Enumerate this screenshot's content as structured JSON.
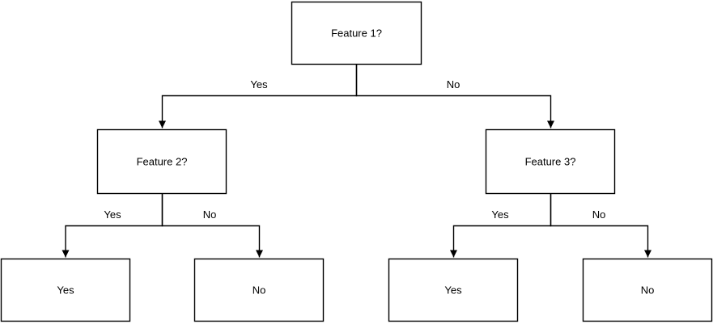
{
  "diagram": {
    "type": "decision-tree-flowchart",
    "nodes": [
      {
        "id": "feature1",
        "label": "Feature 1?",
        "role": "decision"
      },
      {
        "id": "feature2",
        "label": "Feature 2?",
        "role": "decision"
      },
      {
        "id": "feature3",
        "label": "Feature 3?",
        "role": "decision"
      },
      {
        "id": "leaf-yes-left",
        "label": "Yes",
        "role": "leaf"
      },
      {
        "id": "leaf-no-left",
        "label": "No",
        "role": "leaf"
      },
      {
        "id": "leaf-yes-right",
        "label": "Yes",
        "role": "leaf"
      },
      {
        "id": "leaf-no-right",
        "label": "No",
        "role": "leaf"
      }
    ],
    "edges": [
      {
        "from": "feature1",
        "to": "feature2",
        "label": "Yes"
      },
      {
        "from": "feature1",
        "to": "feature3",
        "label": "No"
      },
      {
        "from": "feature2",
        "to": "leaf-yes-left",
        "label": "Yes"
      },
      {
        "from": "feature2",
        "to": "leaf-no-left",
        "label": "No"
      },
      {
        "from": "feature3",
        "to": "leaf-yes-right",
        "label": "Yes"
      },
      {
        "from": "feature3",
        "to": "leaf-no-right",
        "label": "No"
      }
    ],
    "colors": {
      "stroke": "#000000",
      "text": "#000000",
      "node_fill": "#ffffff",
      "background": "#ffffff"
    }
  }
}
